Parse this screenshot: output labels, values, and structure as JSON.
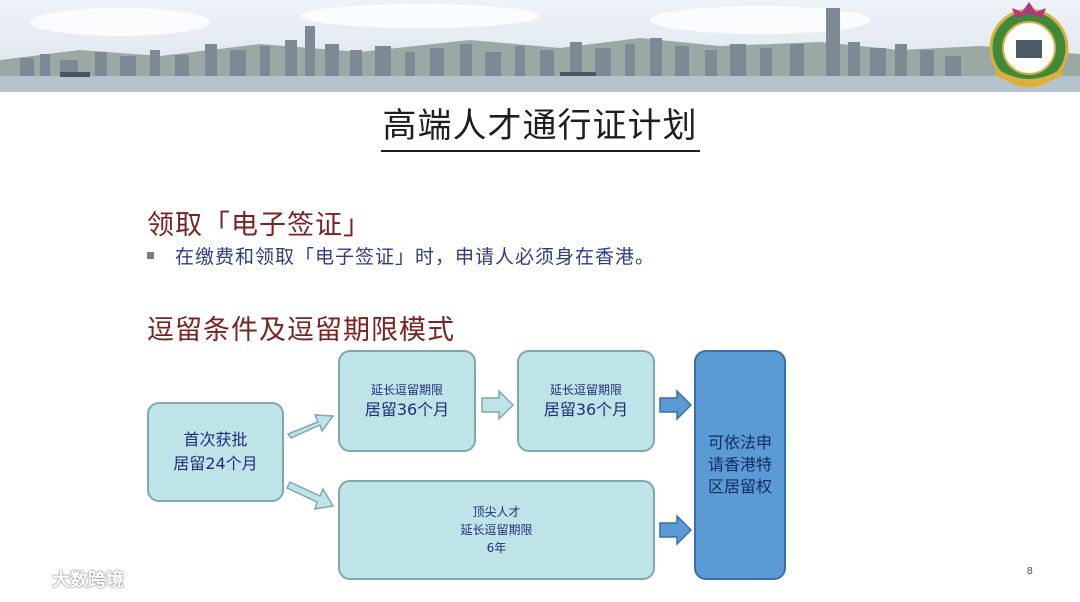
{
  "slide": {
    "title": "高端人才通行证计划",
    "page_number": "8"
  },
  "section_visa": {
    "heading": "领取「电子签证」",
    "bullet": "在缴费和领取「电子签证」时，申请人必须身在香港。"
  },
  "section_stay": {
    "heading": "逗留条件及逗留期限模式",
    "flow": {
      "start": {
        "line1": "首次获批",
        "line2": "居留24个月"
      },
      "extension_1": {
        "line1": "延长逗留期限",
        "line2": "居留36个月"
      },
      "extension_2": {
        "line1": "延长逗留期限",
        "line2": "居留36个月"
      },
      "top_talent": {
        "line1": "顶尖人才",
        "line2": "延长逗留期限",
        "line3": "6年"
      },
      "result": {
        "text": "可依法申请香港特区居留权"
      }
    }
  },
  "watermark": {
    "text": "大数跨境"
  },
  "colors": {
    "heading": "#7a2222",
    "bullet_text": "#2f3c85",
    "box_fill": "#bfe4e8",
    "result_fill": "#5b9bd5",
    "arrow_light": "#bfe4e8",
    "arrow_dark": "#5b9bd5"
  }
}
